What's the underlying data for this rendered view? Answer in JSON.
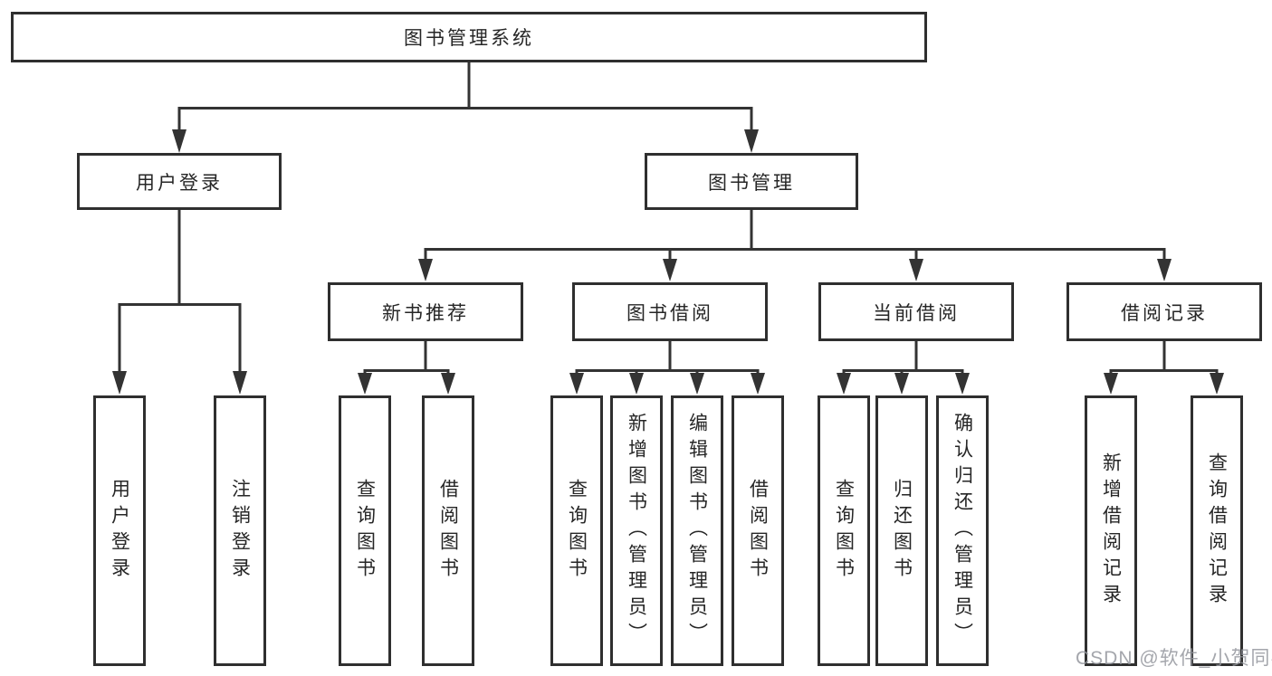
{
  "diagram": {
    "root": "图书管理系统",
    "login": {
      "label": "用户登录",
      "children": [
        "用户登录",
        "注销登录"
      ]
    },
    "management": {
      "label": "图书管理",
      "sections": [
        {
          "label": "新书推荐",
          "children": [
            "查询图书",
            "借阅图书"
          ]
        },
        {
          "label": "图书借阅",
          "children": [
            "查询图书",
            "新增图书（管理员）",
            "编辑图书（管理员）",
            "借阅图书"
          ]
        },
        {
          "label": "当前借阅",
          "children": [
            "查询图书",
            "归还图书",
            "确认归还（管理员）"
          ]
        },
        {
          "label": "借阅记录",
          "children": [
            "新增借阅记录",
            "查询借阅记录"
          ]
        }
      ]
    }
  },
  "watermark": "CSDN @软件_小贺同学",
  "colors": {
    "line": "#333333",
    "border": "#2f2f2f",
    "text": "#262626",
    "watermark": "#94969e",
    "background": "#ffffff"
  }
}
